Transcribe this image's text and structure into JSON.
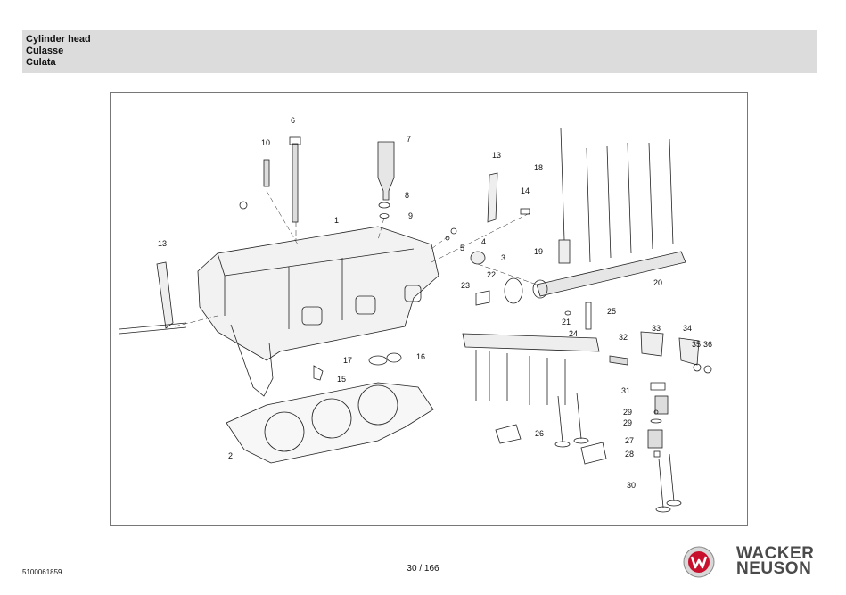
{
  "header": {
    "title_en": "Cylinder head",
    "title_fr": "Culasse",
    "title_es": "Culata"
  },
  "callouts": [
    {
      "id": "c1",
      "text": "1"
    },
    {
      "id": "c2",
      "text": "2"
    },
    {
      "id": "c3",
      "text": "3"
    },
    {
      "id": "c4",
      "text": "4"
    },
    {
      "id": "c5",
      "text": "5"
    },
    {
      "id": "c6",
      "text": "6"
    },
    {
      "id": "c7",
      "text": "7"
    },
    {
      "id": "c8",
      "text": "8"
    },
    {
      "id": "c9",
      "text": "9"
    },
    {
      "id": "c10",
      "text": "10"
    },
    {
      "id": "c13a",
      "text": "13"
    },
    {
      "id": "c13b",
      "text": "13"
    },
    {
      "id": "c14",
      "text": "14"
    },
    {
      "id": "c15",
      "text": "15"
    },
    {
      "id": "c16",
      "text": "16"
    },
    {
      "id": "c17",
      "text": "17"
    },
    {
      "id": "c18",
      "text": "18"
    },
    {
      "id": "c19",
      "text": "19"
    },
    {
      "id": "c20",
      "text": "20"
    },
    {
      "id": "c21",
      "text": "21"
    },
    {
      "id": "c22",
      "text": "22"
    },
    {
      "id": "c23",
      "text": "23"
    },
    {
      "id": "c24",
      "text": "24"
    },
    {
      "id": "c25",
      "text": "25"
    },
    {
      "id": "c26",
      "text": "26"
    },
    {
      "id": "c27",
      "text": "27"
    },
    {
      "id": "c28",
      "text": "28"
    },
    {
      "id": "c29a",
      "text": "29"
    },
    {
      "id": "c29b",
      "text": "29"
    },
    {
      "id": "c30",
      "text": "30"
    },
    {
      "id": "c31",
      "text": "31"
    },
    {
      "id": "c32",
      "text": "32"
    },
    {
      "id": "c33",
      "text": "33"
    },
    {
      "id": "c34",
      "text": "34"
    },
    {
      "id": "c35",
      "text": "35"
    },
    {
      "id": "c36",
      "text": "36"
    }
  ],
  "footer": {
    "doc_number": "5100061859",
    "page": "30 / 166",
    "brand_line1": "WACKER",
    "brand_line2": "NEUSON",
    "brand_icon": "wacker-neuson-w-logo-icon",
    "brand_color": "#c8102e"
  }
}
